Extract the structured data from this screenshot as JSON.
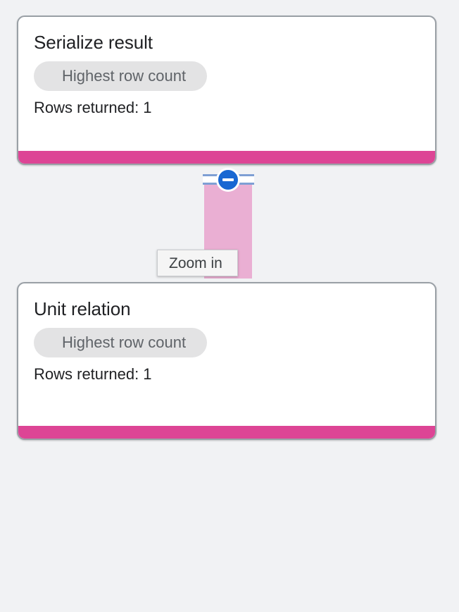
{
  "canvas": {
    "background_color": "#f1f2f4",
    "accent_color": "#dd4595",
    "edge_color": "#eaafd3",
    "control_color": "#1967d2"
  },
  "nodes": [
    {
      "id": "serialize-result",
      "title": "Serialize result",
      "chip_label": "Highest row count",
      "meta": "Rows returned: 1",
      "footer_color": "#dd4595"
    },
    {
      "id": "unit-relation",
      "title": "Unit relation",
      "chip_label": "Highest row count",
      "meta": "Rows returned: 1",
      "footer_color": "#dd4595"
    }
  ],
  "edge": {
    "collapse_control": {
      "icon": "minus-circle-icon",
      "state": "expanded"
    }
  },
  "tooltip": {
    "text": "Zoom in",
    "visible": true
  }
}
